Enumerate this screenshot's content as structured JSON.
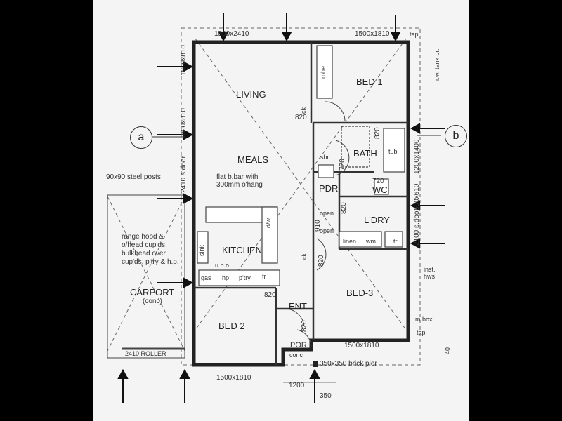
{
  "rooms": {
    "living": "LIVING",
    "meals": "MEALS",
    "kitchen": "KITCHEN",
    "bed1": "BED 1",
    "bed2": "BED 2",
    "bed3": "BED-3",
    "bath": "BATH",
    "pdr": "PDR",
    "wc": "WC",
    "ldry": "L'DRY",
    "ent": "ENT",
    "carport": "CARPORT",
    "carport_sub": "(conc)",
    "porch": "POR"
  },
  "notes": {
    "steel_posts": "90x90 steel posts",
    "flat_bar_1": "flat b.bar with",
    "flat_bar_2": "300mm o'hang",
    "range_1": "range hood &",
    "range_2": "o/head cup'ds,",
    "range_3": "bulkhead over",
    "range_4": "cup'ds, p'try & h.p.",
    "roller": "2410 ROLLER",
    "brick_pier": "350x350 brick pier",
    "tap_top": "tap",
    "tank": "r.w. tank pr.",
    "mbox": "m.box",
    "tap_right": "tap",
    "inst_hws_1": "inst.",
    "inst_hws_2": "hws",
    "ubo": "u.b.o",
    "gas": "gas",
    "hp": "hp",
    "ptry": "p'try",
    "fr": "fr",
    "sink": "sink",
    "dw": "d/w",
    "robe": "robe",
    "linen": "linen",
    "wm": "wm",
    "tr": "tr",
    "tub": "tub",
    "shr": "shr",
    "open1": "open",
    "open2": "open",
    "conc": "conc",
    "forty": "40"
  },
  "dims": {
    "top_win_a": "1500x2410",
    "top_win_b": "1500x1810",
    "left_win_a": "1800x810",
    "left_win_b": "1800x810",
    "left_door": "2410 s.door",
    "right_win_a": "1200x1400",
    "right_win_b": "600x610",
    "right_door": "2100 s.door",
    "bottom_win_a": "1500x1810",
    "bottom_win_b": "1500x1810",
    "d820_1": "820",
    "d820_2": "820",
    "d820_3": "820",
    "d820_4": "820",
    "d820_5": "820",
    "d720_1": "720",
    "d720_2": "720",
    "d820_6": "820",
    "d910": "910",
    "d1200": "1200",
    "d350": "350",
    "ck1": "ck",
    "ck2": "ck"
  },
  "refs": {
    "a": "a",
    "b": "b"
  }
}
